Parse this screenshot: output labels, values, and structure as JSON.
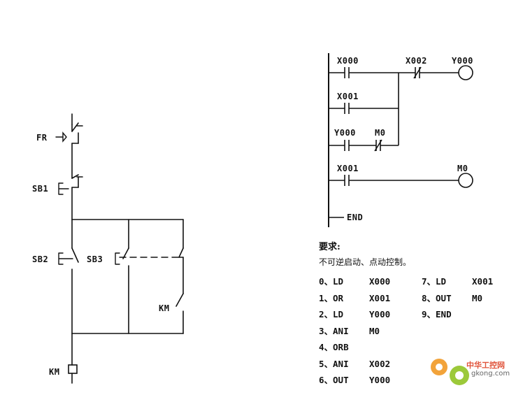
{
  "relay": {
    "fr": "FR",
    "sb1": "SB1",
    "sb2": "SB2",
    "sb3": "SB3",
    "km_contact": "KM",
    "km_coil": "KM"
  },
  "ladder": {
    "x000": "X000",
    "x002": "X002",
    "y000_coil": "Y000",
    "x001_a": "X001",
    "y000_contact": "Y000",
    "m0_contact": "M0",
    "x001_b": "X001",
    "m0_coil": "M0",
    "end": "END"
  },
  "requirements": {
    "title": "要求:",
    "subtitle": "不可逆启动、点动控制。",
    "left": [
      {
        "num": "0、",
        "op": "LD",
        "arg": "X000"
      },
      {
        "num": "1、",
        "op": "OR",
        "arg": "X001"
      },
      {
        "num": "2、",
        "op": "LD",
        "arg": "Y000"
      },
      {
        "num": "3、",
        "op": "ANI",
        "arg": "M0"
      },
      {
        "num": "4、",
        "op": "ORB",
        "arg": ""
      },
      {
        "num": "5、",
        "op": "ANI",
        "arg": "X002"
      },
      {
        "num": "6、",
        "op": "OUT",
        "arg": "Y000"
      }
    ],
    "right": [
      {
        "num": "7、",
        "op": "LD",
        "arg": "X001"
      },
      {
        "num": "8、",
        "op": "OUT",
        "arg": "M0"
      },
      {
        "num": "9、",
        "op": "END",
        "arg": ""
      }
    ]
  },
  "watermark": {
    "site_name": "中华工控网",
    "url": "gkong.com",
    "accent": "#e0533a",
    "gear1": "#f2a33a",
    "gear2": "#9cc93a"
  }
}
